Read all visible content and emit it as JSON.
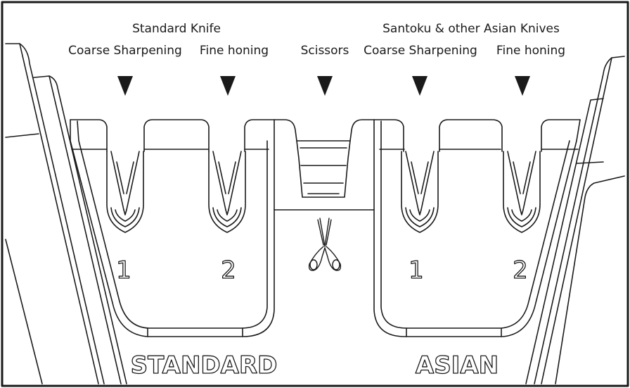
{
  "headings": {
    "standard_group": "Standard Knife",
    "asian_group": "Santoku & other Asian Knives"
  },
  "slots": [
    {
      "label": "Coarse Sharpening",
      "number": "1"
    },
    {
      "label": "Fine honing",
      "number": "2"
    },
    {
      "label": "Scissors"
    },
    {
      "label": "Coarse Sharpening",
      "number": "1"
    },
    {
      "label": "Fine honing",
      "number": "2"
    }
  ],
  "sections": {
    "standard": "STANDARD",
    "asian": "ASIAN"
  },
  "icons": {
    "arrow": "down-triangle-icon",
    "scissors": "scissors-icon"
  },
  "colors": {
    "line": "#1a1a1a",
    "background": "#ffffff"
  }
}
